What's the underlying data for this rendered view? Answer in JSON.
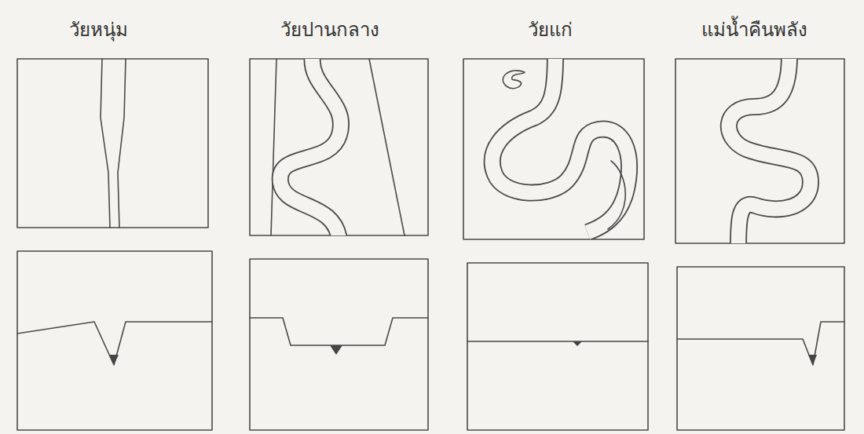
{
  "diagram": {
    "labels": [
      "วัยหนุ่ม",
      "วัยปานกลาง",
      "วัยแก่",
      "แม่น้ำคืนพลัง"
    ]
  }
}
